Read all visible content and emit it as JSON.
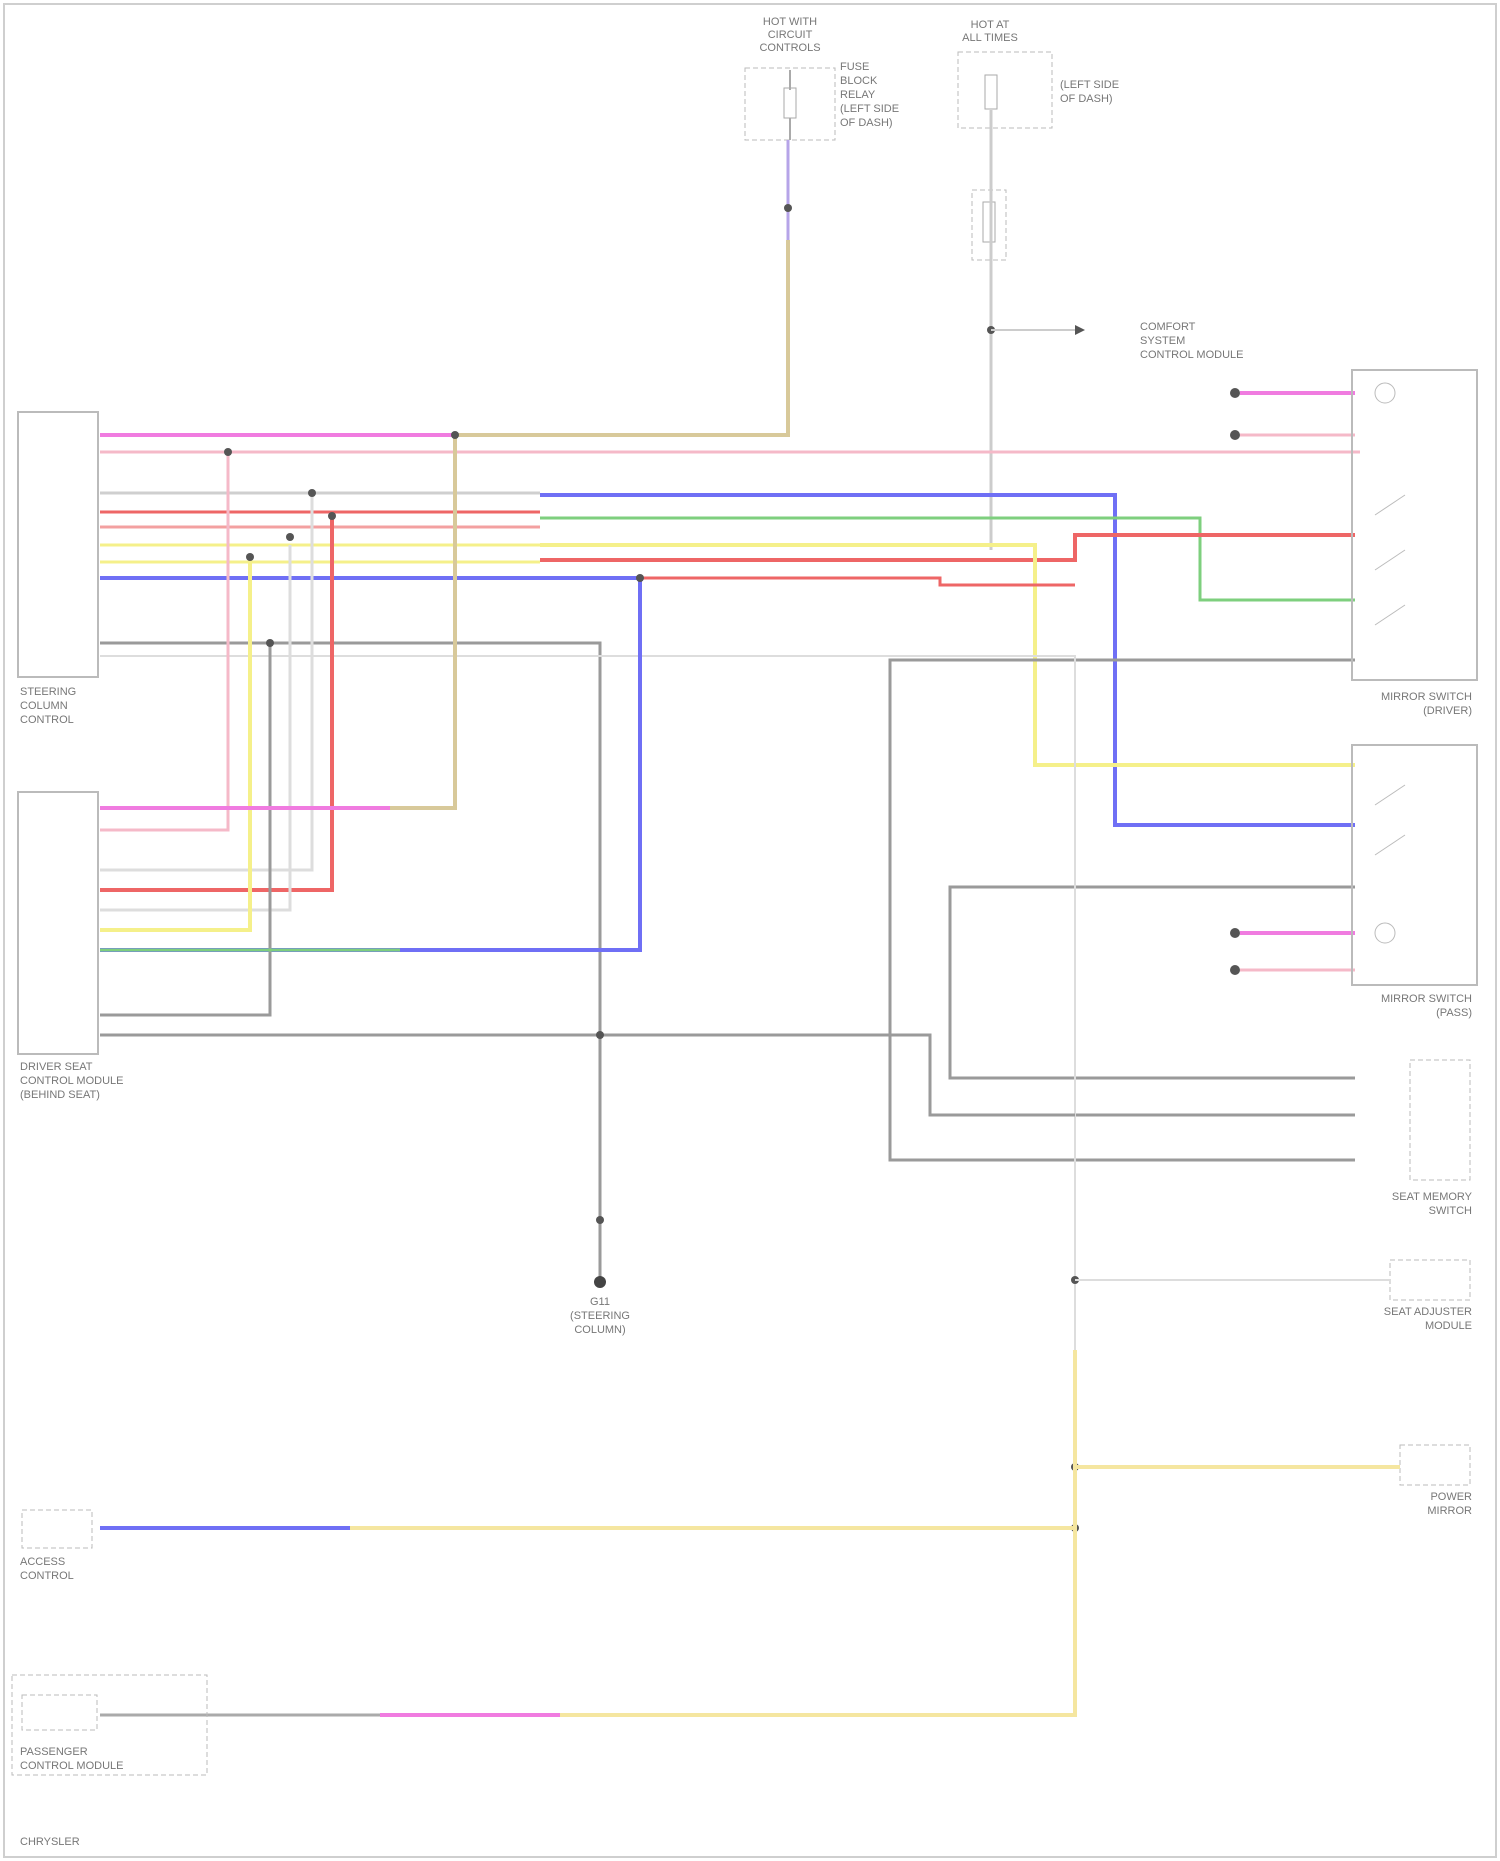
{
  "components": {
    "fuse_top_left": {
      "lines": [
        "HOT WITH",
        "CIRCUIT",
        "CONTROLS"
      ]
    },
    "fuse_note": {
      "lines": [
        "FUSE",
        "BLOCK",
        "RELAY",
        "(LEFT SIDE",
        "OF DASH)"
      ]
    },
    "hot_all_times": {
      "lines": [
        "HOT AT",
        "ALL TIMES"
      ]
    },
    "fuse_note_right": {
      "lines": [
        "(LEFT SIDE",
        "OF DASH)"
      ]
    },
    "steering_module": {
      "lines": [
        "STEERING",
        "COLUMN",
        "CONTROL"
      ]
    },
    "driver_ctrl_module": {
      "lines": [
        "DRIVER SEAT",
        "CONTROL MODULE",
        "(BEHIND SEAT)"
      ]
    },
    "comfort_module": {
      "lines": [
        "COMFORT",
        "SYSTEM",
        "CONTROL MODULE"
      ]
    },
    "mirror_switch_driver": {
      "lines": [
        "MIRROR SWITCH",
        "(DRIVER)"
      ]
    },
    "mirror_switch_pass": {
      "lines": [
        "MIRROR SWITCH",
        "(PASS)"
      ]
    },
    "ground": {
      "lines": [
        "G11",
        "(STEERING",
        "COLUMN)"
      ]
    },
    "seat_module_mem": {
      "lines": [
        "SEAT MEMORY",
        "SWITCH"
      ]
    },
    "adj_module": {
      "lines": [
        "SEAT ADJUSTER",
        "MODULE"
      ]
    },
    "access_module": {
      "lines": [
        "ACCESS",
        "CONTROL"
      ]
    },
    "power_mirror": {
      "lines": [
        "POWER",
        "MIRROR"
      ]
    },
    "passenger_module": {
      "lines": [
        "PASSENGER",
        "CONTROL MODULE"
      ]
    }
  },
  "footer": {
    "text": "CHRYSLER"
  }
}
